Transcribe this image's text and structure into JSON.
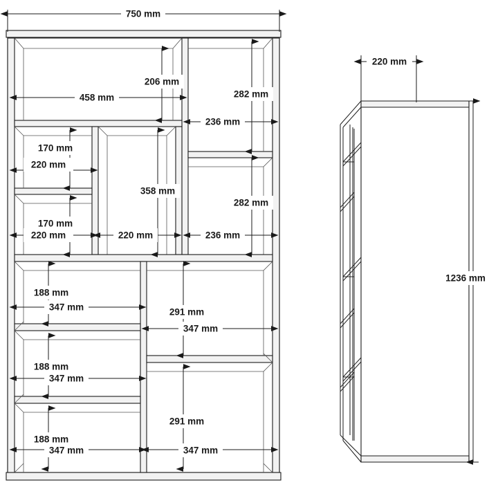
{
  "drawing": {
    "title": "Cabinet / bookcase assembly dimension drawing",
    "units": "mm",
    "line_color": "#1a1a1a",
    "panel_fill": "#f2f2f2",
    "background": "#ffffff",
    "views": [
      "front-view",
      "side-view"
    ]
  },
  "front_view": {
    "overall_width": "750 mm",
    "dimensions": {
      "top_left_bay_width": "458 mm",
      "top_left_bay_height": "206 mm",
      "top_right_bay_height": "282 mm",
      "top_right_bay_width": "236 mm",
      "mid_right_bay_height": "282 mm",
      "mid_right_bay_width": "236 mm",
      "small_left_cubby_height_1": "170 mm",
      "small_left_cubby_width_1": "220 mm",
      "small_left_cubby_height_2": "170 mm",
      "small_left_cubby_width_2": "220 mm",
      "center_tall_bay_height": "358 mm",
      "center_tall_bay_width": "220 mm",
      "lower_left_shelf_height_1": "188 mm",
      "lower_left_shelf_width_1": "347 mm",
      "lower_left_shelf_height_2": "188 mm",
      "lower_left_shelf_width_2": "347 mm",
      "lower_left_shelf_height_3": "188 mm",
      "lower_left_shelf_width_3": "347 mm",
      "lower_right_bay_height_1": "291 mm",
      "lower_right_bay_width_1": "347 mm",
      "lower_right_bay_height_2": "291 mm",
      "lower_right_bay_width_2": "347 mm"
    }
  },
  "side_view": {
    "depth": "220 mm",
    "height": "1236 mm"
  },
  "labels": {
    "w750": "750 mm",
    "w458": "458 mm",
    "h206": "206 mm",
    "h282_top": "282 mm",
    "w236_top": "236 mm",
    "h282_mid": "282 mm",
    "w236_mid": "236 mm",
    "h170_top": "170 mm",
    "w220_top": "220 mm",
    "h170_bot": "170 mm",
    "w220_bot": "220 mm",
    "h358": "358 mm",
    "w220_center": "220 mm",
    "h188_a": "188 mm",
    "w347_a": "347 mm",
    "h188_b": "188 mm",
    "w347_b": "347 mm",
    "h188_c": "188 mm",
    "w347_c": "347 mm",
    "h291_a": "291 mm",
    "w347_d": "347 mm",
    "h291_b": "291 mm",
    "w347_e": "347 mm",
    "depth220": "220 mm",
    "height1236": "1236 mm"
  }
}
